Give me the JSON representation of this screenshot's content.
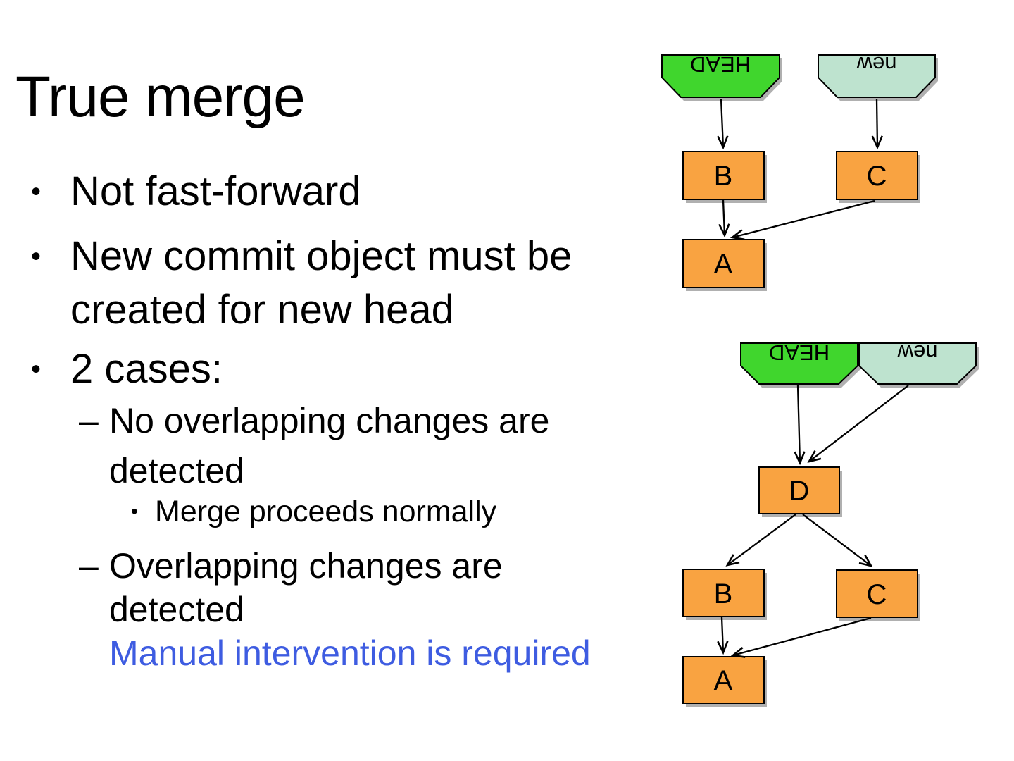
{
  "slide": {
    "title": "True merge"
  },
  "bullets": {
    "l1_marker": "•",
    "l2_marker": "–",
    "l3_marker": "•",
    "b1_line1": "Not fast-forward",
    "b2_line1": "New commit object must be",
    "b2_line2": "created for new head",
    "b3_line1": "2 cases:",
    "s1_line1": "No overlapping changes are",
    "s1_line2": "detected",
    "s2_line1": "Merge proceeds normally",
    "s3_line1": "Overlapping changes are",
    "s3_line2": "detected",
    "s3_note": "Manual intervention is required"
  },
  "colors": {
    "head_banner_fill": "#40d62d",
    "new_banner_fill": "#bee3cf",
    "commit_box_fill": "#f9a341",
    "note_text_blue": "#3e5ce1",
    "shadow_gray": "#b0b0b0"
  },
  "diagram_top": {
    "head_label": "HEAD",
    "new_label": "new",
    "commit_b": "B",
    "commit_c": "C",
    "commit_a": "A"
  },
  "diagram_bottom": {
    "head_label": "HEAD",
    "new_label": "new",
    "commit_d": "D",
    "commit_b": "B",
    "commit_c": "C",
    "commit_a": "A"
  }
}
